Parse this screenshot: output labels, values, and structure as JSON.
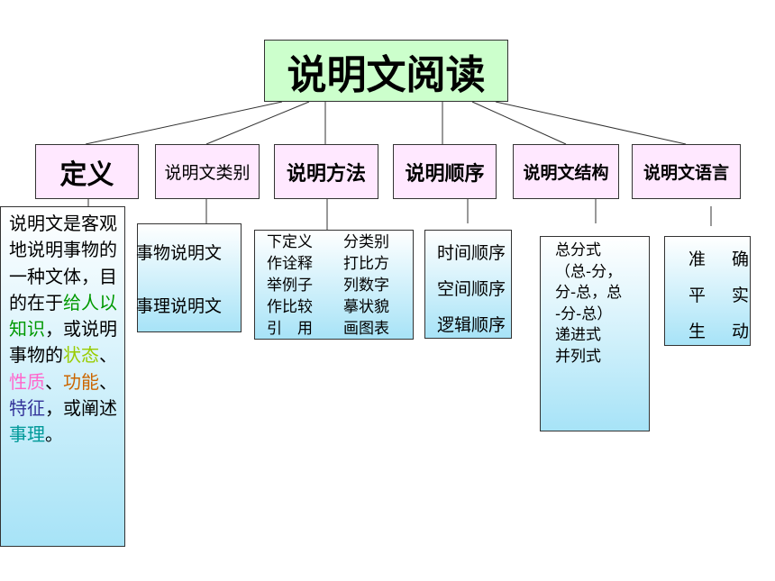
{
  "root": {
    "title": "说明文阅读"
  },
  "categories": [
    {
      "label": "定义"
    },
    {
      "label": "说明文类别"
    },
    {
      "label": "说明方法"
    },
    {
      "label": "说明顺序"
    },
    {
      "label": "说明文结构"
    },
    {
      "label": "说明文语言"
    }
  ],
  "definition": {
    "segments": [
      {
        "text": "说明文是客观地说明事物的一种文体，目的在于",
        "color": "#000000"
      },
      {
        "text": "给人以知识",
        "color": "#009900"
      },
      {
        "text": "，或说明事物的",
        "color": "#000000"
      },
      {
        "text": "状态",
        "color": "#99cc00"
      },
      {
        "text": "、",
        "color": "#000000"
      },
      {
        "text": "性质",
        "color": "#ff66cc"
      },
      {
        "text": "、",
        "color": "#000000"
      },
      {
        "text": "功能",
        "color": "#cc6600"
      },
      {
        "text": "、",
        "color": "#000000"
      },
      {
        "text": "特征",
        "color": "#333399"
      },
      {
        "text": "，或阐述",
        "color": "#000000"
      },
      {
        "text": "事理",
        "color": "#009999"
      },
      {
        "text": "。",
        "color": "#000000"
      }
    ]
  },
  "types": {
    "items": [
      "事物说明文",
      "事理说明文"
    ]
  },
  "methods": {
    "rows": [
      [
        "下定义",
        "分类别"
      ],
      [
        "作诠释",
        "打比方"
      ],
      [
        "举例子",
        "列数字"
      ],
      [
        "作比较",
        "摹状貌"
      ],
      [
        "引　用",
        "画图表"
      ]
    ]
  },
  "order": {
    "items": [
      "时间顺序",
      "空间顺序",
      "逻辑顺序"
    ]
  },
  "structure": {
    "lines": [
      "总分式",
      "（总-分，",
      "分-总，总",
      "-分-总）",
      "递进式",
      "并列式"
    ]
  },
  "language": {
    "rows": [
      [
        "准",
        "确"
      ],
      [
        "平",
        "实"
      ],
      [
        "生",
        "动"
      ]
    ]
  }
}
